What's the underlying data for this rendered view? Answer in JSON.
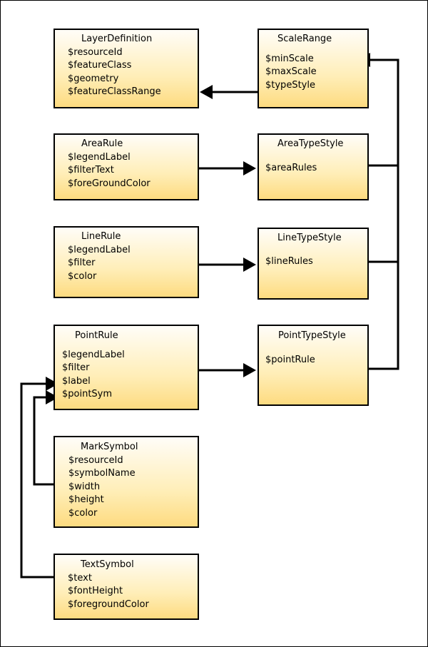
{
  "boxes": {
    "layer_definition": {
      "title": "LayerDefinition",
      "fields": [
        "$resourceId",
        "$featureClass",
        "$geometry",
        "$featureClassRange"
      ]
    },
    "scale_range": {
      "title": "ScaleRange",
      "fields": [
        "$minScale",
        "$maxScale",
        "$typeStyle"
      ]
    },
    "area_rule": {
      "title": "AreaRule",
      "fields": [
        "$legendLabel",
        "$filterText",
        "$foreGroundColor"
      ]
    },
    "area_type_style": {
      "title": "AreaTypeStyle",
      "fields": [
        "$areaRules"
      ]
    },
    "line_rule": {
      "title": "LineRule",
      "fields": [
        "$legendLabel",
        "$filter",
        "$color"
      ]
    },
    "line_type_style": {
      "title": "LineTypeStyle",
      "fields": [
        "$lineRules"
      ]
    },
    "point_rule": {
      "title": "PointRule",
      "fields": [
        "$legendLabel",
        "$filter",
        "$label",
        "$pointSym"
      ]
    },
    "point_type_style": {
      "title": "PointTypeStyle",
      "fields": [
        "$pointRule"
      ]
    },
    "mark_symbol": {
      "title": "MarkSymbol",
      "fields": [
        "$resourceId",
        "$symbolName",
        "$width",
        "$height",
        "$color"
      ]
    },
    "text_symbol": {
      "title": "TextSymbol",
      "fields": [
        "$text",
        "$fontHeight",
        "$foregroundColor"
      ]
    }
  }
}
